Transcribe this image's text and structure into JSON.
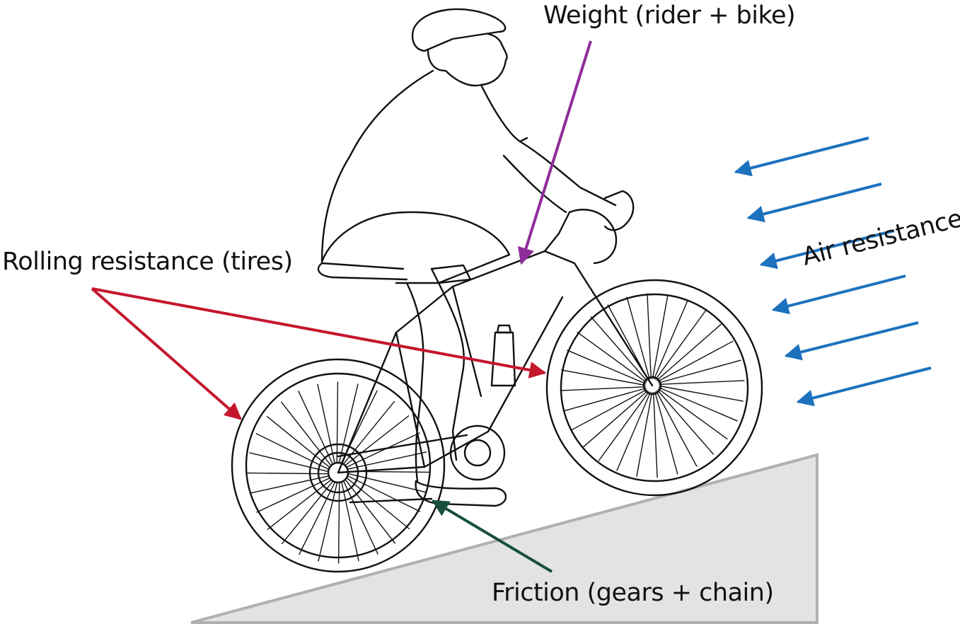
{
  "labels": {
    "weight": "Weight (rider + bike)",
    "rolling": "Rolling resistance (tires)",
    "air": "Air resistance",
    "friction": "Friction (gears + chain)"
  },
  "colors": {
    "weight": "#8e2c9a",
    "rolling": "#c4172c",
    "air": "#1d72be",
    "friction": "#16503a",
    "ramp_fill": "#e3e3e3",
    "ramp_stroke": "#b0b0b0"
  },
  "icons": {
    "cyclist": "cyclist-illustration",
    "ramp": "incline-ramp"
  }
}
